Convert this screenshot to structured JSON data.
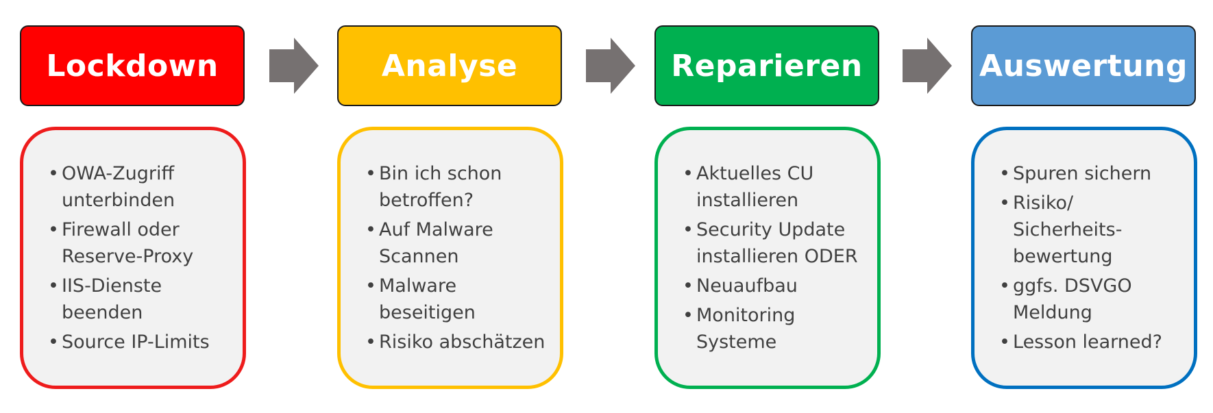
{
  "colors": {
    "lockdown": "#ff0000",
    "analyse": "#ffc000",
    "reparieren": "#00b050",
    "auswertung": "#5b9bd5",
    "lockdown_border": "#ee1c1c",
    "analyse_border": "#ffc000",
    "reparieren_border": "#00b050",
    "auswertung_border": "#0070c0",
    "arrow": "#767171",
    "text": "#404040",
    "card_background": "#f2f2f2"
  },
  "phases": [
    {
      "title": "Lockdown",
      "items": [
        "OWA-Zugriff unterbinden",
        "Firewall oder Reserve-Proxy",
        "IIS-Dienste beenden",
        "Source IP-Limits"
      ]
    },
    {
      "title": "Analyse",
      "items": [
        "Bin ich schon betroffen?",
        "Auf Malware Scannen",
        "Malware beseitigen",
        "Risiko abschätzen"
      ]
    },
    {
      "title": "Reparieren",
      "items": [
        "Aktuelles CU installieren",
        "Security Update installieren ODER",
        "Neuaufbau",
        "Monitoring Systeme"
      ]
    },
    {
      "title": "Auswertung",
      "items": [
        "Spuren sichern",
        "Risiko/ Sicherheits-bewertung",
        "ggfs. DSVGO Meldung",
        "Lesson learned?"
      ]
    }
  ],
  "bullet_glyph": "•"
}
